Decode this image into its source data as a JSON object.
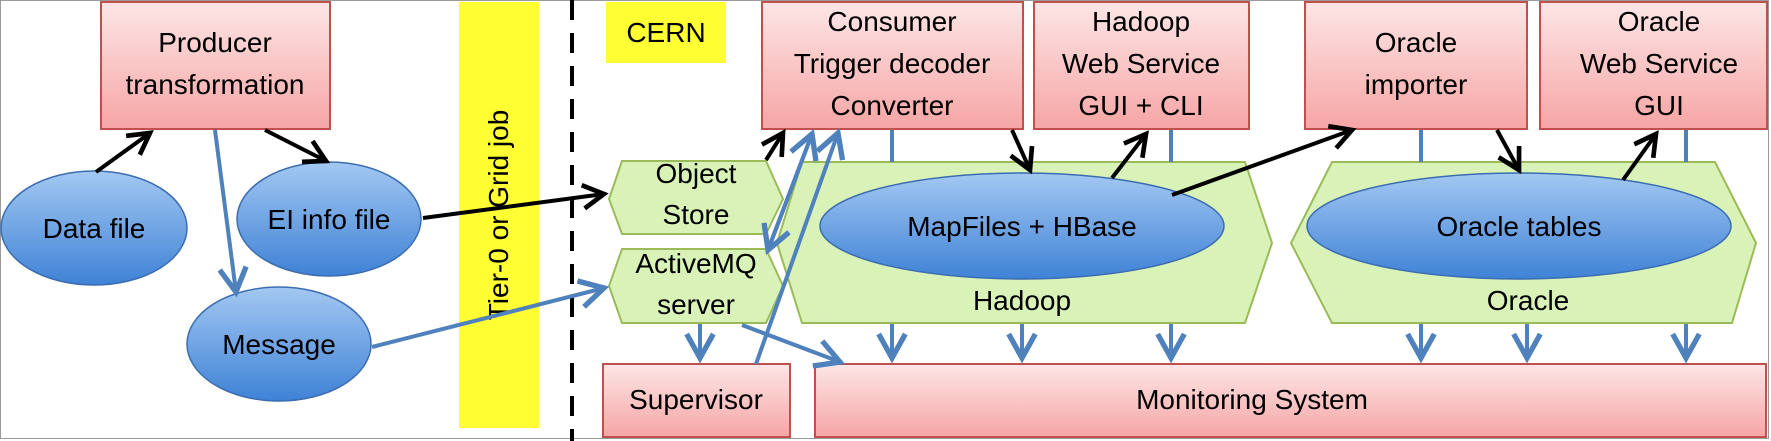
{
  "colors": {
    "box_fill_top": "#fde4e4",
    "box_fill_bottom": "#f7a9a9",
    "box_stroke": "#c0504d",
    "ellipse_fill_top": "#9cc3f0",
    "ellipse_fill_bottom": "#4a8ad8",
    "ellipse_stroke": "#3b6db0",
    "hex_fill": "#d9f2b8",
    "hex_stroke": "#9bbb59",
    "yellow": "#ffff33",
    "blue_arrow": "#4f81bd",
    "black_arrow": "#000000"
  },
  "boxes": {
    "producer": [
      "Producer",
      "transformation"
    ],
    "consumer": [
      "Consumer",
      "Trigger decoder",
      "Converter"
    ],
    "hadoop_ws": [
      "Hadoop",
      "Web Service",
      "GUI + CLI"
    ],
    "oracle_importer": [
      "Oracle",
      "importer"
    ],
    "oracle_ws": [
      "Oracle",
      "Web Service",
      "GUI"
    ],
    "supervisor": [
      "Supervisor"
    ],
    "monitoring": [
      "Monitoring System"
    ]
  },
  "ellipses": {
    "data_file": "Data file",
    "ei_info_file": "EI info file",
    "message": "Message",
    "mapfiles_hbase": "MapFiles + HBase",
    "oracle_tables": "Oracle tables"
  },
  "hexagons": {
    "object_store": [
      "Object",
      "Store"
    ],
    "activemq": [
      "ActiveMQ",
      "server"
    ],
    "hadoop": "Hadoop",
    "oracle": "Oracle"
  },
  "labels": {
    "tier0": "Tier-0 or Grid job",
    "cern": "CERN"
  }
}
